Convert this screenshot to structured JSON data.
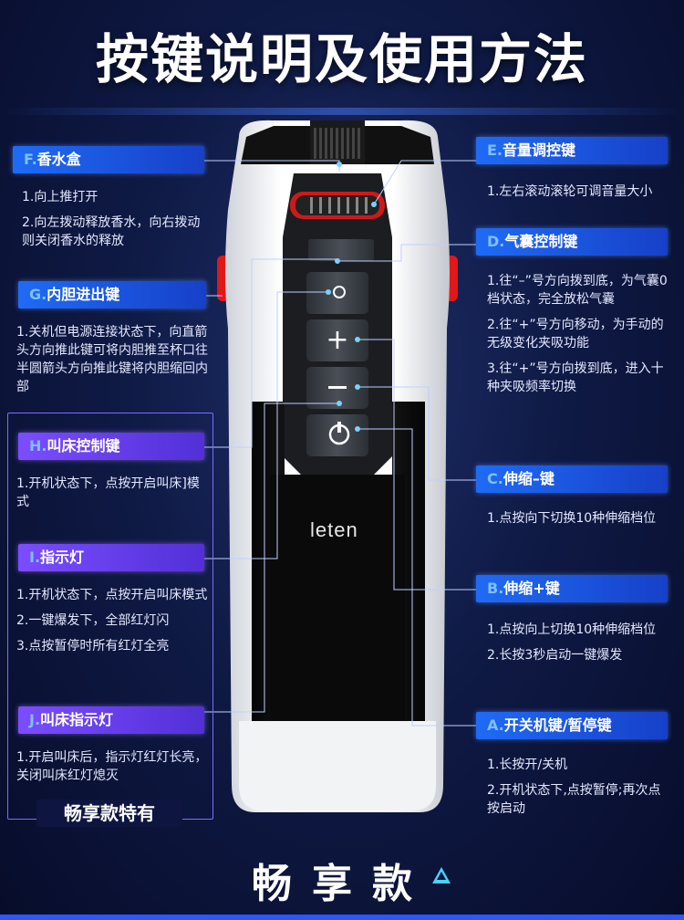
{
  "title": "按键说明及使用方法",
  "brand": "leten",
  "footer": "畅享款",
  "exclusive_label": "畅享款特有",
  "colors": {
    "blue": "#1f6bf5",
    "purple": "#7b4dff",
    "accent": "#43d4ff"
  },
  "labels": {
    "F": {
      "key": "F.",
      "name": "香水盒",
      "lines": [
        "1.向上推打开",
        "2.向左拨动释放香水，向右拨动则关闭香水的释放"
      ]
    },
    "G": {
      "key": "G.",
      "name": "内胆进出键",
      "lines": [
        "1.关机但电源连接状态下，向直箭头方向推此键可将内胆推至杯口往半圆箭头方向推此键将内胆缩回内部"
      ]
    },
    "H": {
      "key": "H.",
      "name": "叫床控制键",
      "lines": [
        "1.开机状态下，点按开启叫床]模式"
      ]
    },
    "I": {
      "key": "I.",
      "name": "指示灯",
      "lines": [
        "1.开机状态下，点按开启叫床模式",
        "2.一键爆发下，全部红灯闪",
        "3.点按暂停时所有红灯全亮"
      ]
    },
    "J": {
      "key": "J.",
      "name": "叫床指示灯",
      "lines": [
        "1.开启叫床后，指示灯红灯长亮，关闭叫床红灯熄灭"
      ]
    },
    "E": {
      "key": "E.",
      "name": "音量调控键",
      "lines": [
        "1.左右滚动滚轮可调音量大小"
      ]
    },
    "D": {
      "key": "D.",
      "name": "气囊控制键",
      "lines": [
        "1.往“–”号方向拨到底，为气囊0档状态，完全放松气囊",
        "2.往“+”号方向移动，为手动的无级变化夹吸功能",
        "3.往“+”号方向拨到底，进入十种夹吸频率切换"
      ]
    },
    "C": {
      "key": "C.",
      "name": "伸缩–键",
      "lines": [
        "1.点按向下切换10种伸缩档位"
      ]
    },
    "B": {
      "key": "B.",
      "name": "伸缩+键",
      "lines": [
        "1.点按向上切换10种伸缩档位",
        "2.长按3秒启动一键爆发"
      ]
    },
    "A": {
      "key": "A.",
      "name": "开关机键/暂停键",
      "lines": [
        "1.长按开/关机",
        "2.开机状态下,点按暂停;再次点按启动"
      ]
    }
  }
}
